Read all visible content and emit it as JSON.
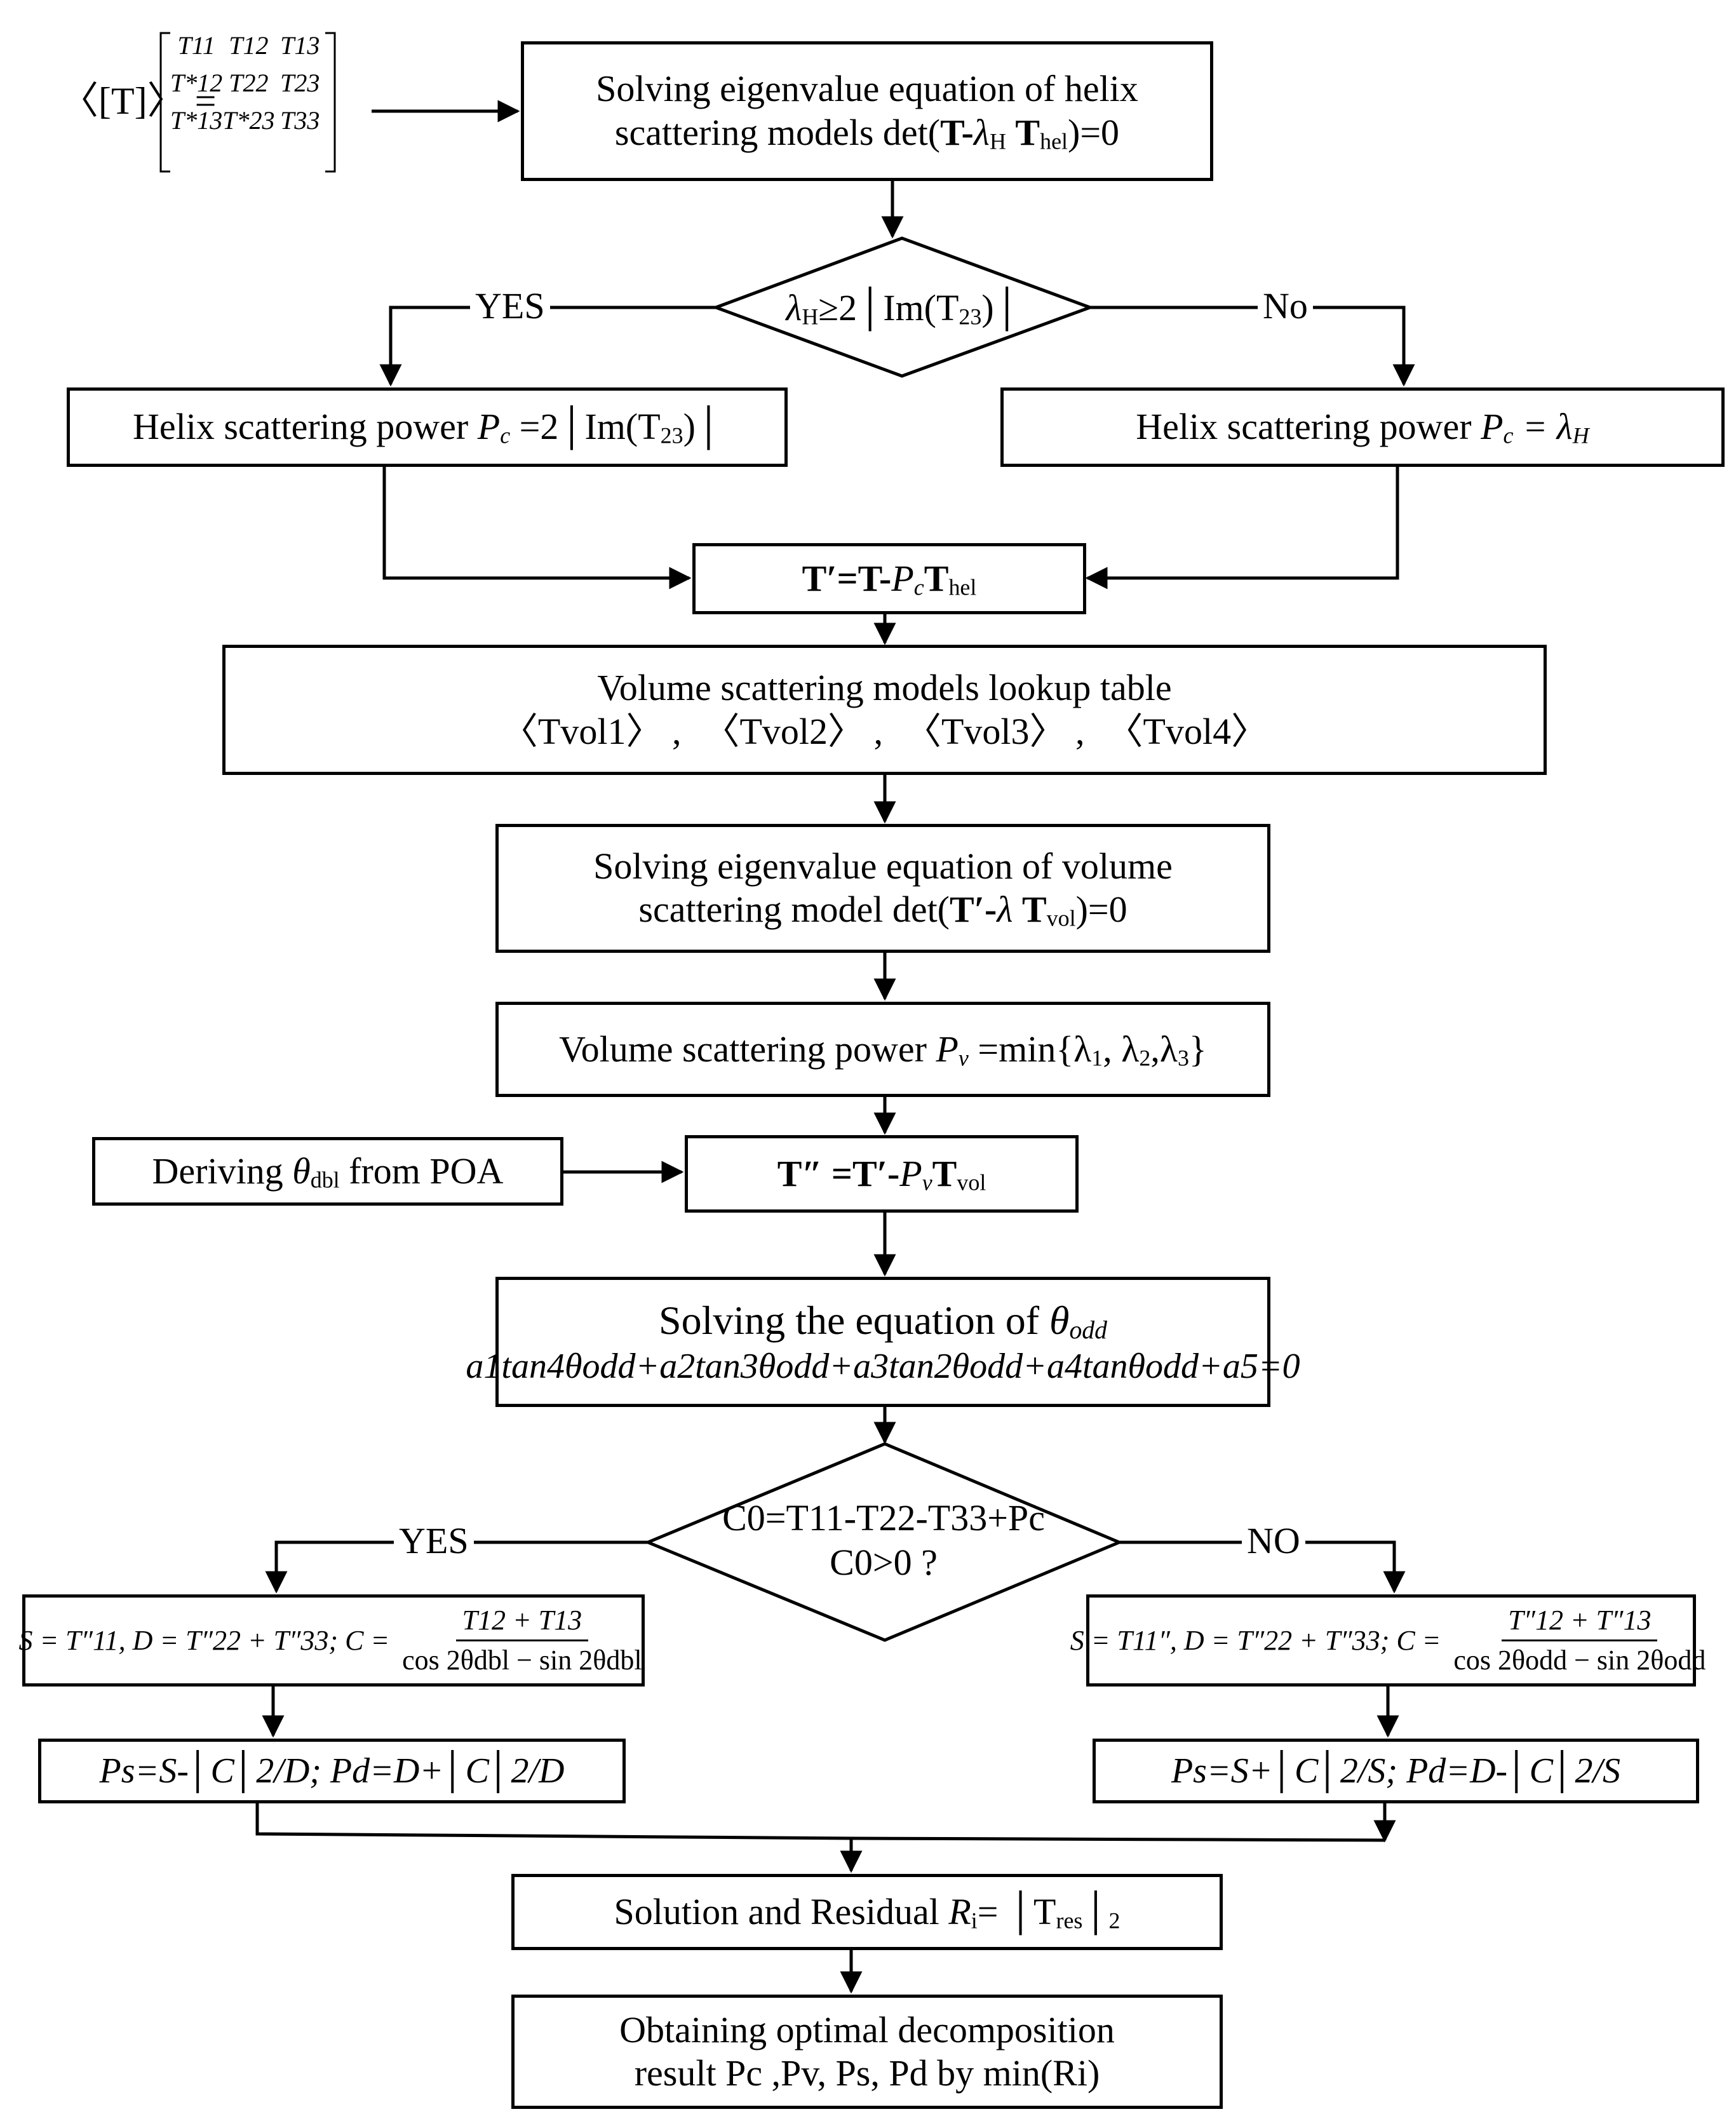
{
  "matrix": {
    "lhs": "〈[T]〉 =",
    "cells": [
      "T11",
      "T12",
      "T13",
      "T*12",
      "T22",
      "T23",
      "T*13",
      "T*23",
      "T33"
    ]
  },
  "nodes": {
    "helix_eig": {
      "line1": "Solving  eigenvalue equation of helix",
      "line2_prefix": "scattering models det(",
      "line2_rest": ")=0",
      "T": "T",
      "minus": "-",
      "lambda": "λ",
      "lambda_sub": "H",
      "Thel": "T",
      "Thel_sub": "hel"
    },
    "decision1": {
      "lambda": "λ",
      "lambda_sub": "H",
      "text": "≥2│Im(T",
      "sub": "23",
      "end": ")│"
    },
    "helix_left": {
      "prefix": "Helix scattering power ",
      "P": "P",
      "sub": "c",
      "rest": " =2│Im(T",
      "sub2": "23",
      "end": ")│"
    },
    "helix_right": {
      "prefix": "Helix scattering power ",
      "P": "P",
      "sub": "c",
      "rest": " = λ",
      "sub2": "H"
    },
    "tprime": {
      "lhs": "T′=T-",
      "P": "P",
      "sub": "c",
      "T": "T",
      "Tsub": "hel"
    },
    "lookup": {
      "line1": "Volume scattering models lookup table",
      "items": [
        "〈Tvol1〉 ,",
        "〈Tvol2〉 ,",
        "〈Tvol3〉 ,",
        "〈Tvol4〉"
      ]
    },
    "vol_eig": {
      "line1": "Solving eigenvalue equation of volume",
      "line2_prefix": "scattering model  det(",
      "tp": "T′-",
      "lambda": "λ ",
      "T": "T",
      "Tsub": "vol",
      "end": ")=0"
    },
    "vol_power": {
      "prefix": "Volume scattering power ",
      "P": "P",
      "sub": "v",
      "rest": " =min{λ",
      "s1": "1",
      "s2": "2",
      "s3": "3",
      "end": "}"
    },
    "deriving": {
      "prefix": "Deriving ",
      "theta": "θ",
      "sub": "dbl",
      "rest": " from POA"
    },
    "tdouble": {
      "lhs": "T″ =T′-",
      "P": "P",
      "sub": "v",
      "T": "T",
      "Tsub": "vol"
    },
    "odd_eq": {
      "line1": "Solving the equation of ",
      "theta": "θ",
      "tsub": "odd",
      "line2": "a1tan4θodd+a2tan3θodd+a3tan2θodd+a4tanθodd+a5=0"
    },
    "decision2": {
      "line1": "C0=T11-T22-T33+Pc",
      "line2": "C0>0 ?"
    },
    "eq_left": {
      "lhs": "S = T″11, D = T″22 + T″33;   C =",
      "num": "T12 + T13",
      "den": "cos 2θdbl − sin 2θdbl"
    },
    "eq_right": {
      "lhs": "S = T11″, D = T″22 + T″33;   C =",
      "num": "T″12 + T″13",
      "den": "cos 2θodd − sin 2θodd"
    },
    "ps_left": {
      "text": "Ps=S-│C│2/D;    Pd=D+│C│2/D"
    },
    "ps_right": {
      "text": "Ps=S+│C│2/S;    Pd=D-│C│2/S"
    },
    "residual": {
      "prefix": "Solution and Residual ",
      "R": "R",
      "sub": "i",
      "rest": "= │T",
      "tsub": "res",
      "end": "│",
      "end_sub": "2"
    },
    "final": {
      "line1": "Obtaining optimal decomposition",
      "line2": "result Pc ,Pv, Ps, Pd  by min(Ri)"
    }
  },
  "labels": {
    "yes1": "YES",
    "no1": "No",
    "yes2": "YES",
    "no2": "NO"
  }
}
